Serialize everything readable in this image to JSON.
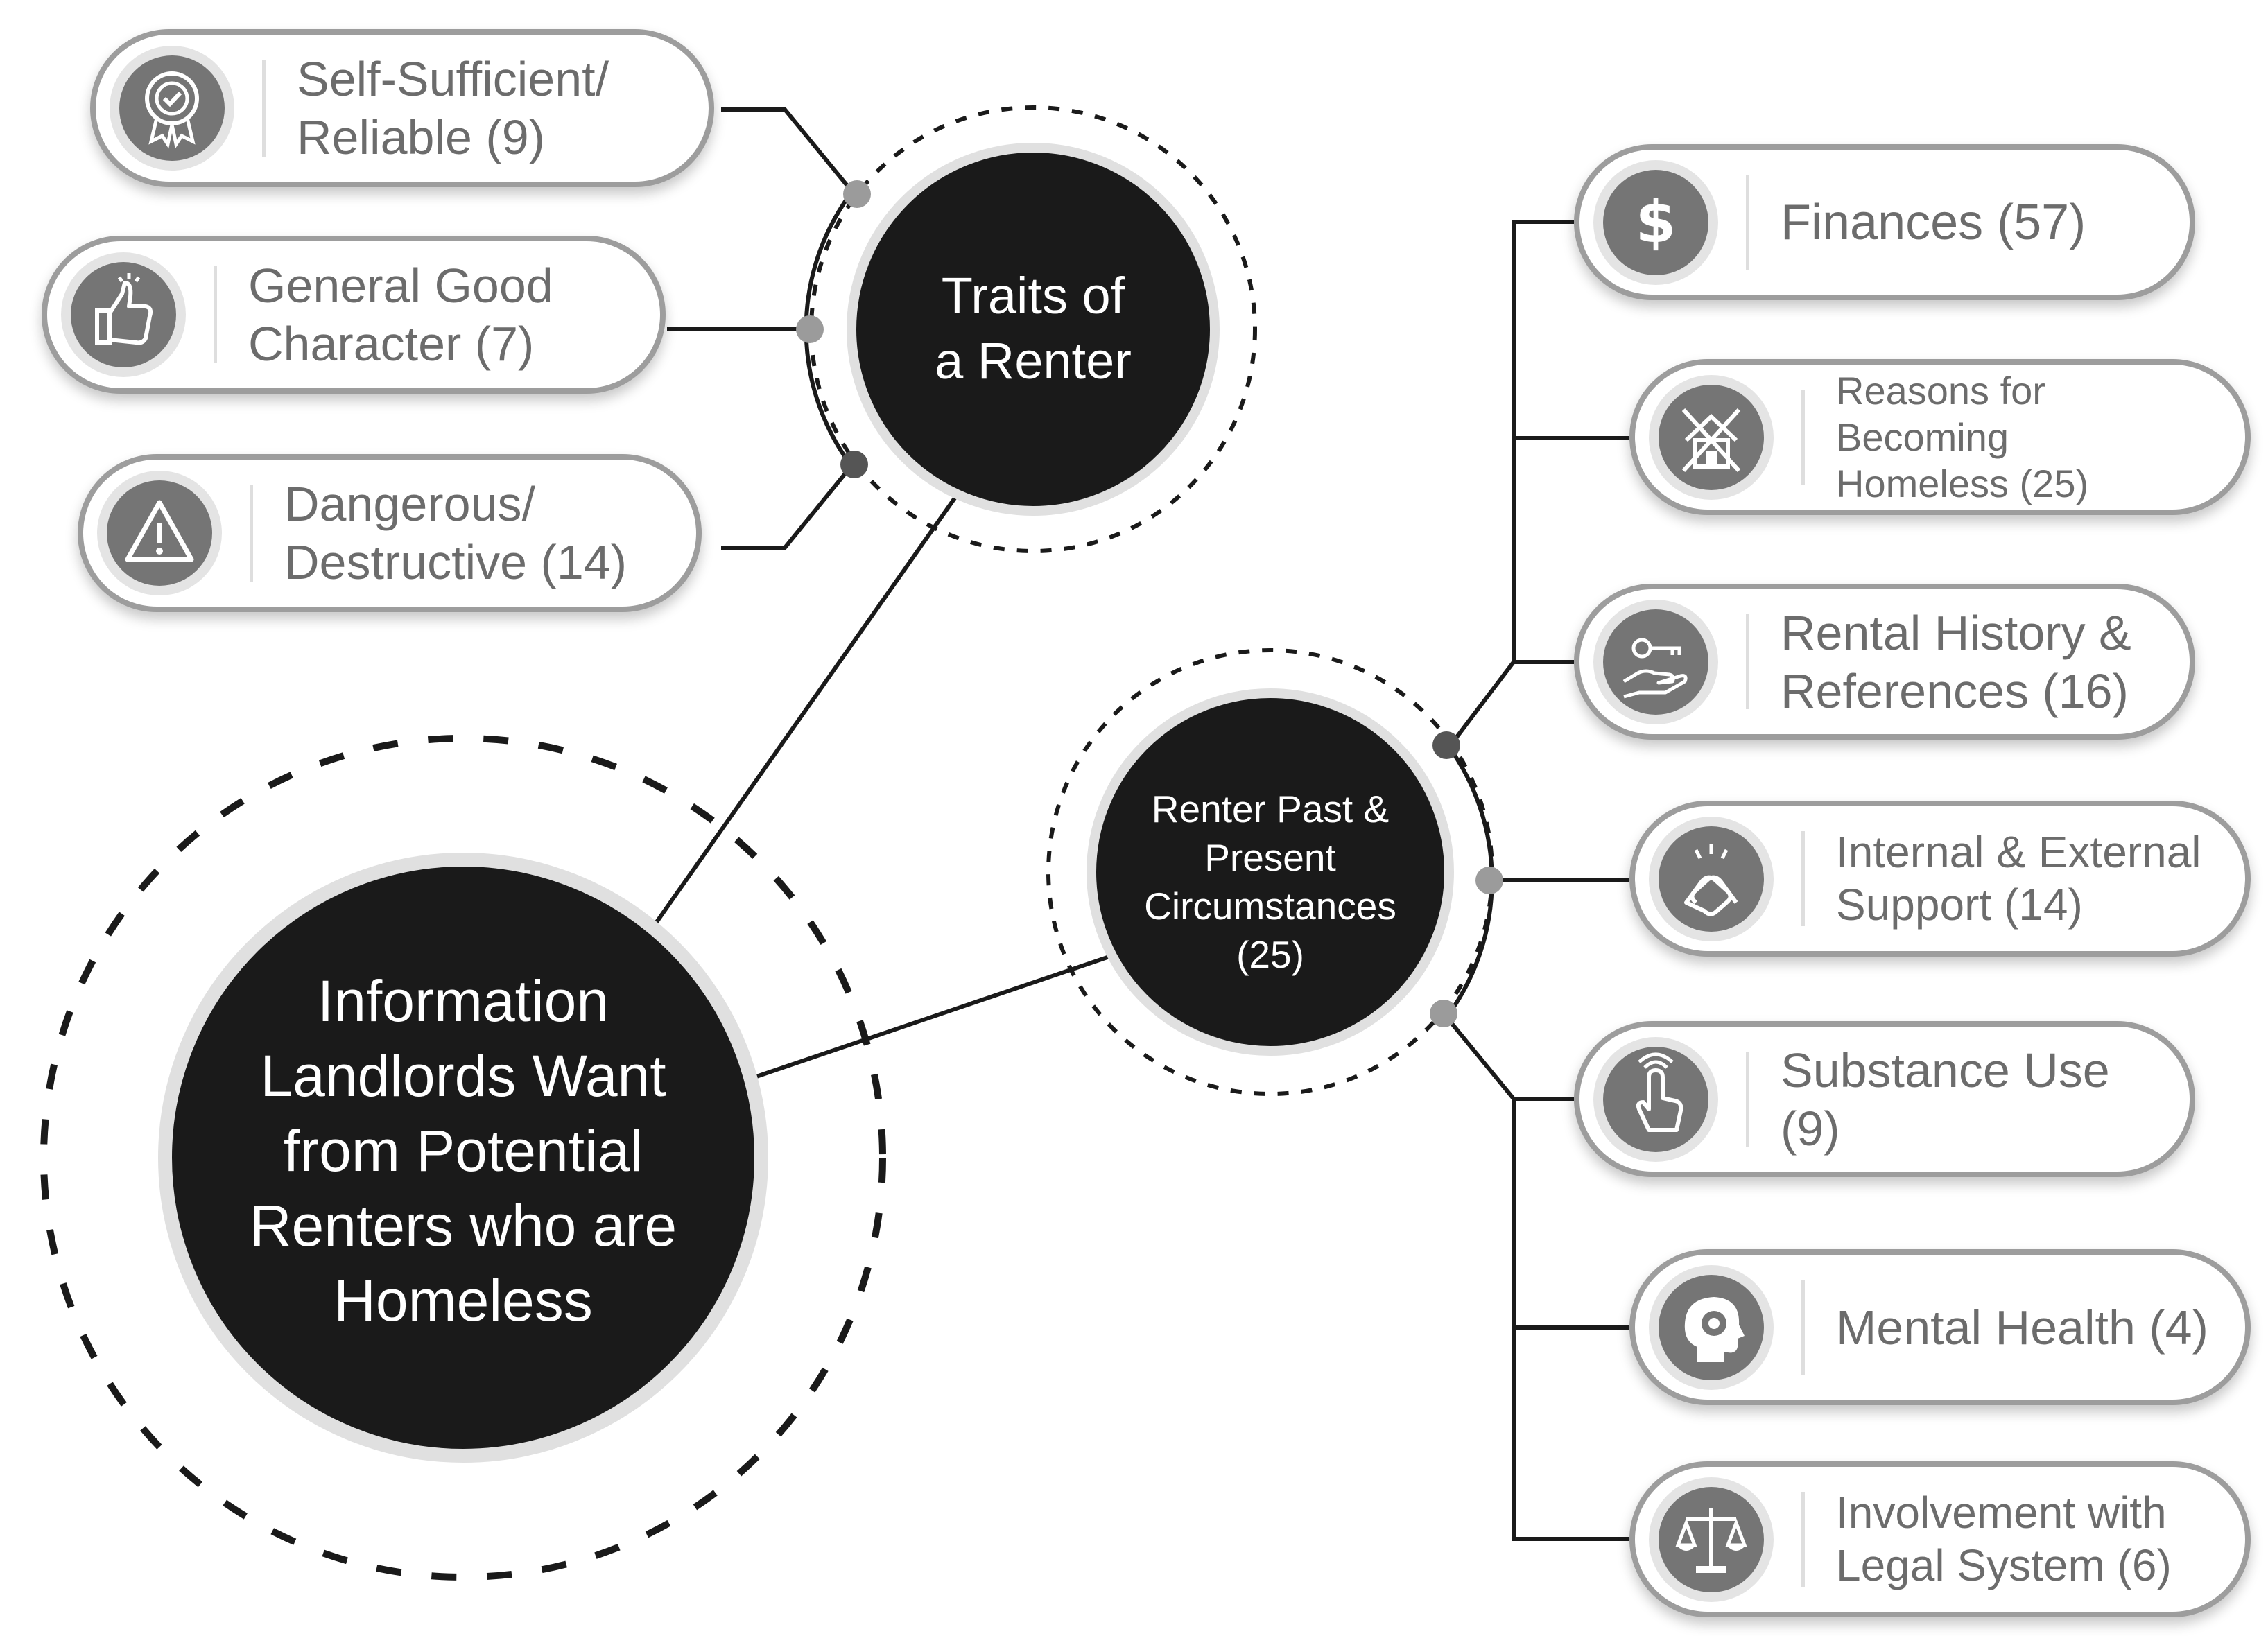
{
  "colors": {
    "node": "#1a1a1a",
    "pill_border": "#9d9d9d",
    "icon": "#757575",
    "label": "#6c6c6c",
    "connector": "#1a1a1a",
    "dot": "#9b9b9b"
  },
  "central": {
    "lines": [
      "Information",
      "Landlords Want",
      "from Potential",
      "Renters who are",
      "Homeless"
    ]
  },
  "traits": {
    "lines": [
      "Traits of",
      "a Renter"
    ],
    "items": [
      {
        "icon": "award-badge-icon",
        "lines": [
          "Self-Sufficient/",
          "Reliable (9)"
        ]
      },
      {
        "icon": "thumbs-up-icon",
        "lines": [
          "General Good",
          "Character (7)"
        ]
      },
      {
        "icon": "warning-triangle-icon",
        "lines": [
          "Dangerous/",
          "Destructive (14)"
        ]
      }
    ]
  },
  "circumstances": {
    "lines": [
      "Renter Past &",
      "Present",
      "Circumstances",
      "(25)"
    ],
    "items": [
      {
        "icon": "dollar-icon",
        "lines": [
          "Finances (57)"
        ]
      },
      {
        "icon": "crossed-house-icon",
        "lines": [
          "Reasons for Becoming",
          "Homeless (25)"
        ]
      },
      {
        "icon": "key-hand-icon",
        "lines": [
          "Rental History &",
          "References (16)"
        ]
      },
      {
        "icon": "handshake-icon",
        "lines": [
          "Internal & External",
          "Support (14)"
        ]
      },
      {
        "icon": "hand-pointer-icon",
        "lines": [
          "Substance Use (9)"
        ]
      },
      {
        "icon": "head-gear-icon",
        "lines": [
          "Mental Health (4)"
        ]
      },
      {
        "icon": "scales-icon",
        "lines": [
          "Involvement with",
          "Legal System (6)"
        ]
      }
    ]
  }
}
